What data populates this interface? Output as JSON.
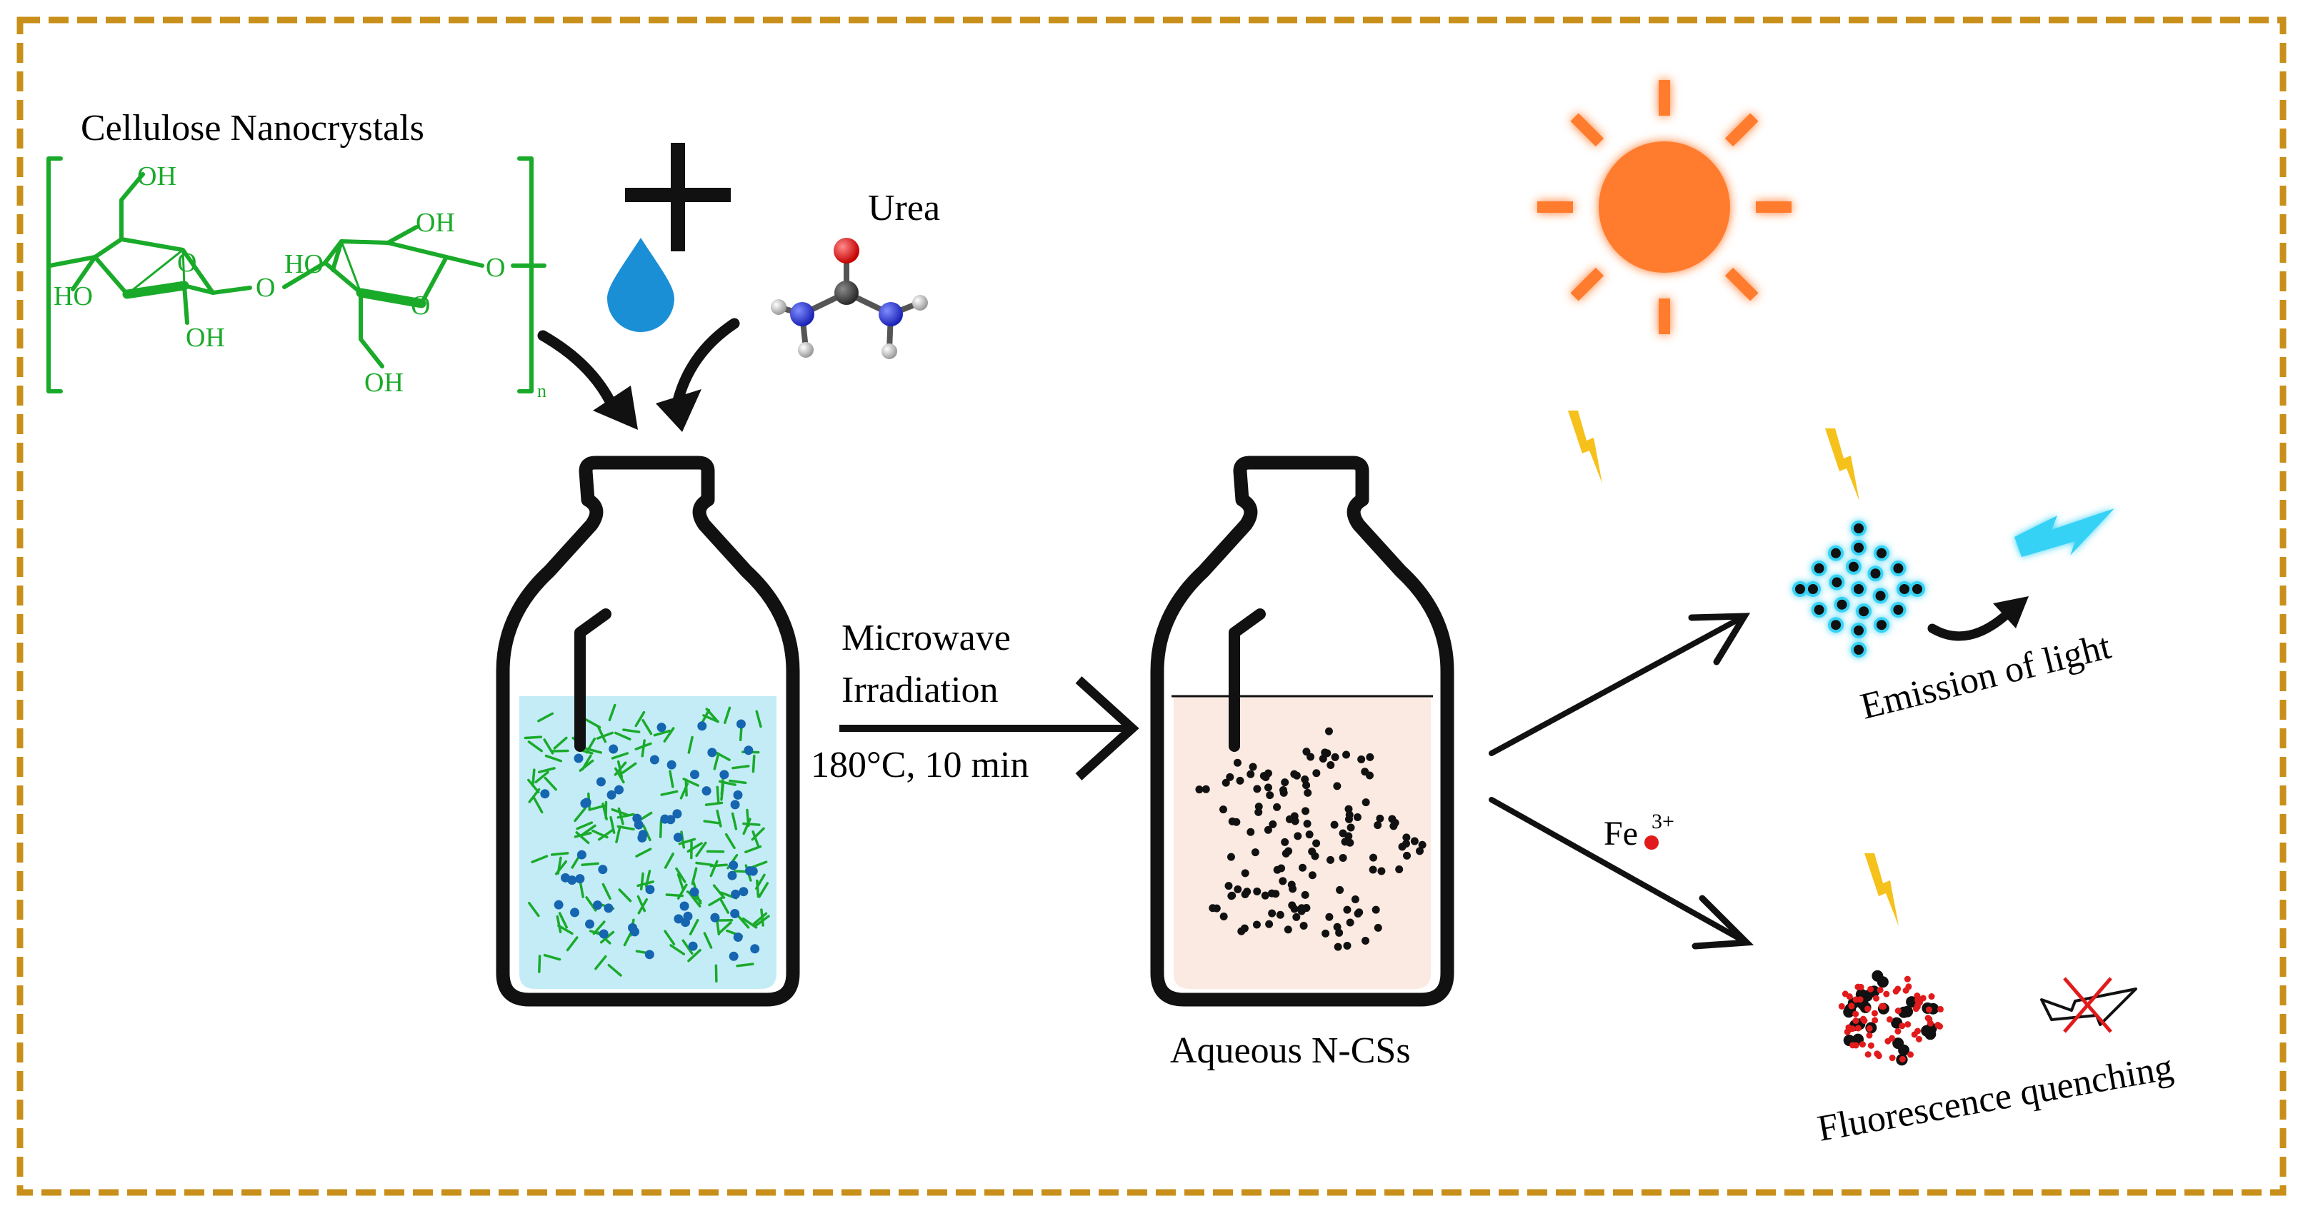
{
  "colors": {
    "frame": "#c8901a",
    "chem_green": "#1aaa2a",
    "droplet": "#1b8fd6",
    "bottle_stroke": "#111111",
    "liquid_blue": "#c4ecf7",
    "liquid_beige": "#fbeae2",
    "sun": "#ff7b2e",
    "bolt_yellow": "#f5c11a",
    "bolt_cyan": "#35d2f5",
    "dot_red": "#e11b1b",
    "dot_black": "#111111"
  },
  "labels": {
    "cnc": "Cellulose Nanocrystals",
    "urea": "Urea",
    "plus": "+",
    "microwave": "Microwave",
    "irradiation": "Irradiation",
    "conditions": "180°C, 10 min",
    "aqueous": "Aqueous N-CSs",
    "emission": "Emission of light",
    "quenching": "Fluorescence quenching",
    "fe": "Fe",
    "fe_charge": "3+"
  },
  "chem": {
    "oh": "OH",
    "ho": "HO",
    "o": "O",
    "n": "n"
  },
  "icons": [
    "water-droplet-icon",
    "urea-molecule-icon",
    "sun-icon",
    "lightning-bolt-icon",
    "fluorescent-cluster-icon",
    "quenched-cluster-icon",
    "crossed-bolt-icon"
  ]
}
